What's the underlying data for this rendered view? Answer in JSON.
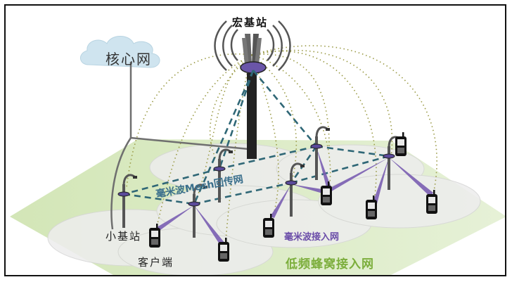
{
  "labels": {
    "macro_station": "宏基站",
    "core_network": "核心网",
    "small_station": "小基站",
    "client": "客户端",
    "mesh_backhaul": "毫米波Mesh回传网",
    "mmwave_access": "毫米波接入网",
    "low_freq_access": "低频蜂窝接入网"
  },
  "colors": {
    "ground": "#dcebc6",
    "coverage": "#ececec",
    "mesh_link": "#2f6776",
    "mmwave_beam": "#7a5fb2",
    "signal_dots": "#9a9a45",
    "backhaul_line": "#6f6f6f",
    "cloud": "#cfe4ef"
  },
  "icons": [
    "macro-antenna-icon",
    "cloud-icon",
    "small-cell-pole-icon",
    "phone-icon"
  ]
}
